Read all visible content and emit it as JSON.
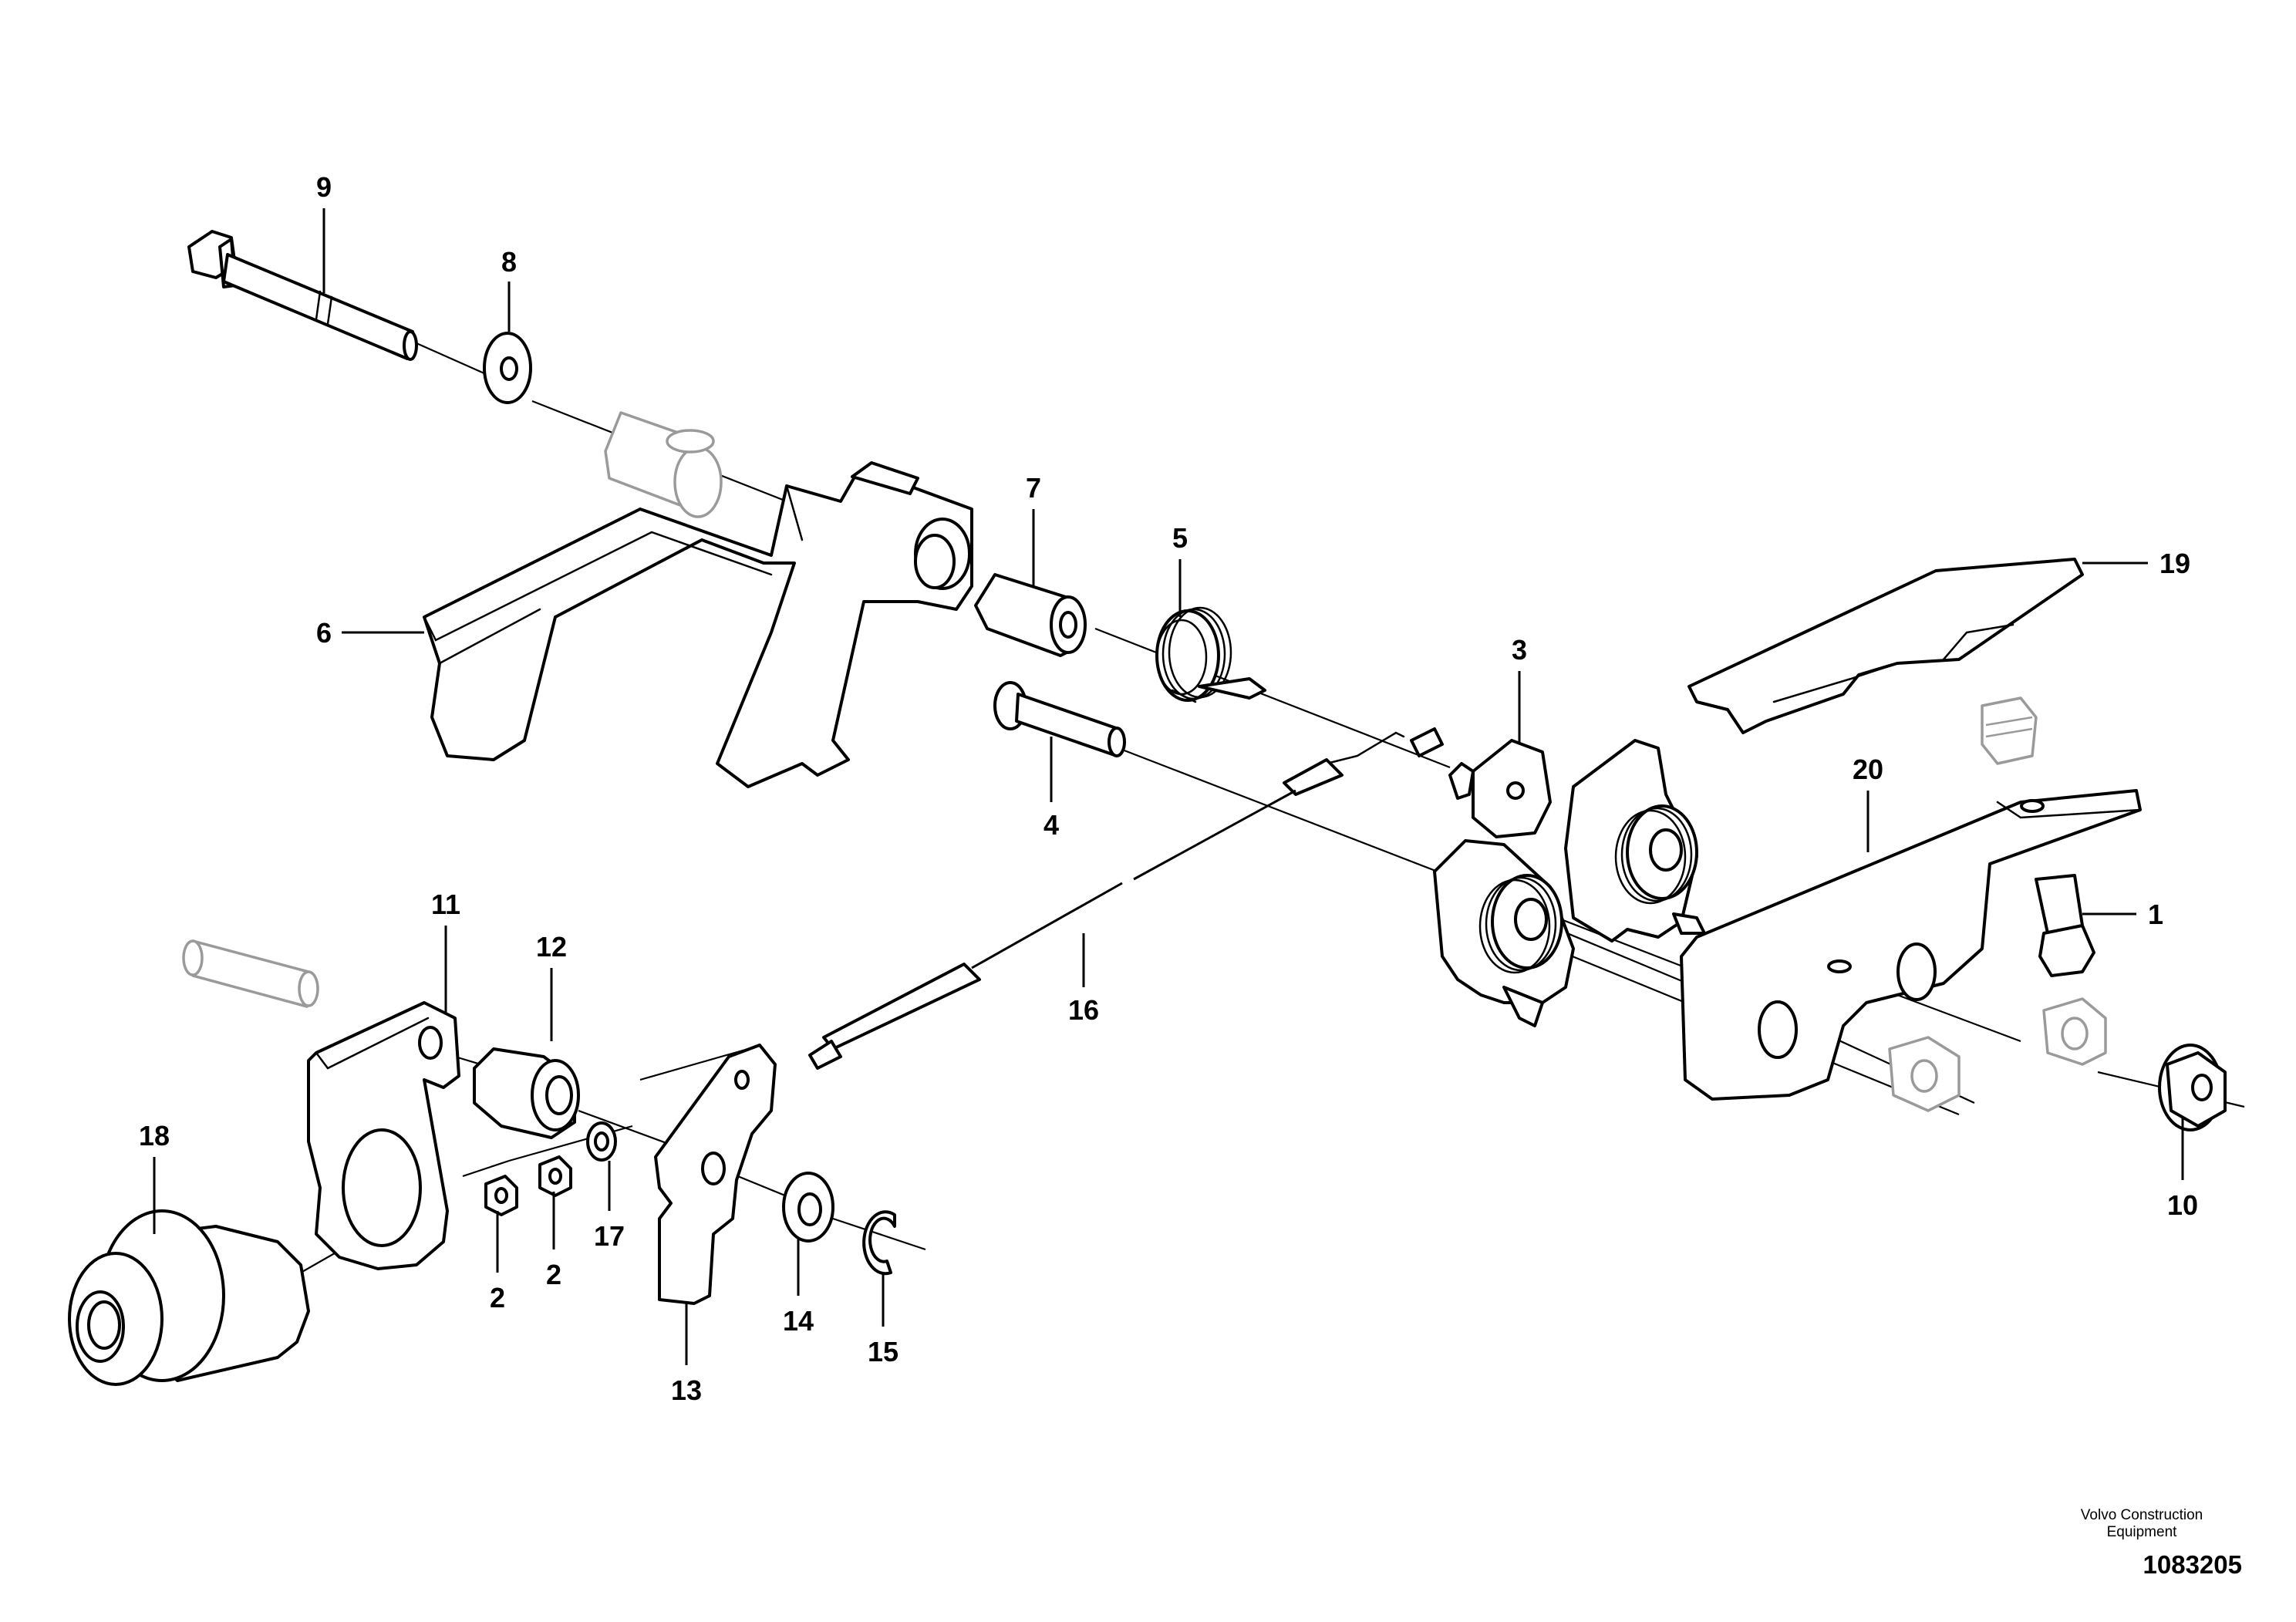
{
  "callouts": [
    "1",
    "2",
    "2",
    "3",
    "4",
    "5",
    "6",
    "7",
    "8",
    "9",
    "10",
    "11",
    "12",
    "13",
    "14",
    "15",
    "16",
    "17",
    "18",
    "19",
    "20"
  ],
  "footer": {
    "brand_line1": "Volvo Construction",
    "brand_line2": "Equipment",
    "drawing_number": "1083205"
  },
  "colors": {
    "line": "#000000",
    "ghost_part": "#9a9a9a",
    "background": "#ffffff"
  }
}
